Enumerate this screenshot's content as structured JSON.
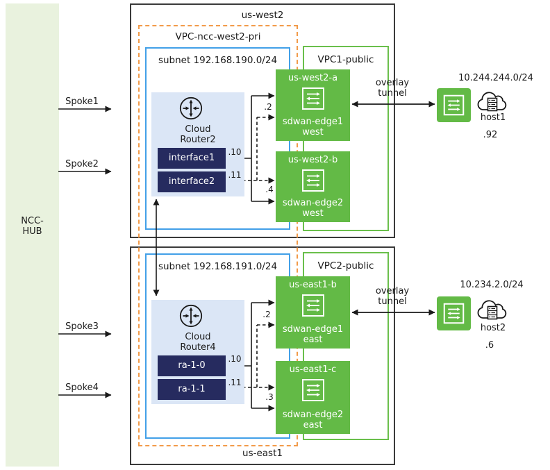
{
  "hub": {
    "label": "NCC-\nHUB"
  },
  "spokes": [
    {
      "label": "Spoke1"
    },
    {
      "label": "Spoke2"
    },
    {
      "label": "Spoke3"
    },
    {
      "label": "Spoke4"
    }
  ],
  "west": {
    "region_label": "us-west2",
    "vpc_pri_label": "VPC-ncc-west2-pri",
    "subnet_label": "subnet 192.168.190.0/24",
    "vpc_public_label": "VPC1-public",
    "router": {
      "name": "Cloud\nRouter2",
      "interfaces": [
        {
          "label": "interface1",
          "ip": ".10"
        },
        {
          "label": "interface2",
          "ip": ".11"
        }
      ]
    },
    "edges": [
      {
        "zone": "us-west2-a",
        "name": "sdwan-edge1\nwest",
        "ip": ".2"
      },
      {
        "zone": "us-west2-b",
        "name": "sdwan-edge2\nwest",
        "ip": ".4"
      }
    ],
    "tunnel_label": "overlay\ntunnel",
    "host": {
      "subnet": "10.244.244.0/24",
      "name": "host1",
      "ip": ".92"
    }
  },
  "east": {
    "region_label": "us-east1",
    "subnet_label": "subnet 192.168.191.0/24",
    "vpc_public_label": "VPC2-public",
    "router": {
      "name": "Cloud\nRouter4",
      "interfaces": [
        {
          "label": "ra-1-0",
          "ip": ".10"
        },
        {
          "label": "ra-1-1",
          "ip": ".11"
        }
      ]
    },
    "edges": [
      {
        "zone": "us-east1-b",
        "name": "sdwan-edge1\neast",
        "ip": ".2"
      },
      {
        "zone": "us-east1-c",
        "name": "sdwan-edge2\neast",
        "ip": ".3"
      }
    ],
    "tunnel_label": "overlay\ntunnel",
    "host": {
      "subnet": "10.234.2.0/24",
      "name": "host2",
      "ip": ".6"
    }
  },
  "colors": {
    "node_green": "#63ba46",
    "vpc_green": "#6abf4b",
    "subnet_blue": "#42a0e8",
    "vpc_orange": "#f29b4a",
    "chip_navy": "#262b5f",
    "panel_blue": "#dbe6f6",
    "hub_green": "#e9f2de",
    "line_black": "#1a1a1a"
  }
}
